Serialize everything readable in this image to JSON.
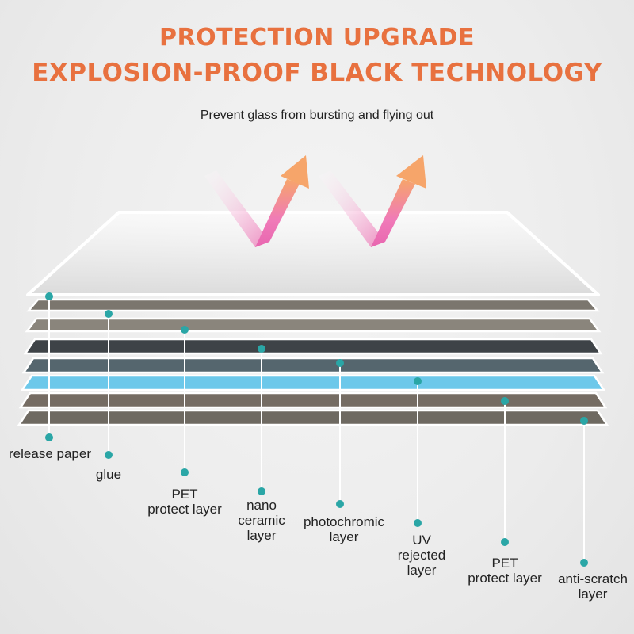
{
  "header": {
    "title_line1": "PROTECTION UPGRADE",
    "title_line2": "EXPLOSION-PROOF BLACK TECHNOLOGY",
    "subtitle": "Prevent glass from bursting and flying out"
  },
  "colors": {
    "title": "#e8713f",
    "marker": "#2aa6a6",
    "arrow": "#ec6fb2",
    "uv_layer": "#6cc8ea"
  },
  "layers": [
    {
      "name": "release paper",
      "lines": [
        "release paper"
      ]
    },
    {
      "name": "glue",
      "lines": [
        "glue"
      ]
    },
    {
      "name": "PET protect layer",
      "lines": [
        "PET",
        "protect layer"
      ]
    },
    {
      "name": "nano ceramic layer",
      "lines": [
        "nano",
        "ceramic",
        "layer"
      ]
    },
    {
      "name": "photochromic layer",
      "lines": [
        "photochromic",
        "layer"
      ]
    },
    {
      "name": "UV rejected layer",
      "lines": [
        "UV",
        "rejected",
        "layer"
      ]
    },
    {
      "name": "PET protect layer",
      "lines": [
        "PET",
        "protect layer"
      ]
    },
    {
      "name": "anti-scratch layer",
      "lines": [
        "anti-scratch",
        "layer"
      ]
    }
  ]
}
